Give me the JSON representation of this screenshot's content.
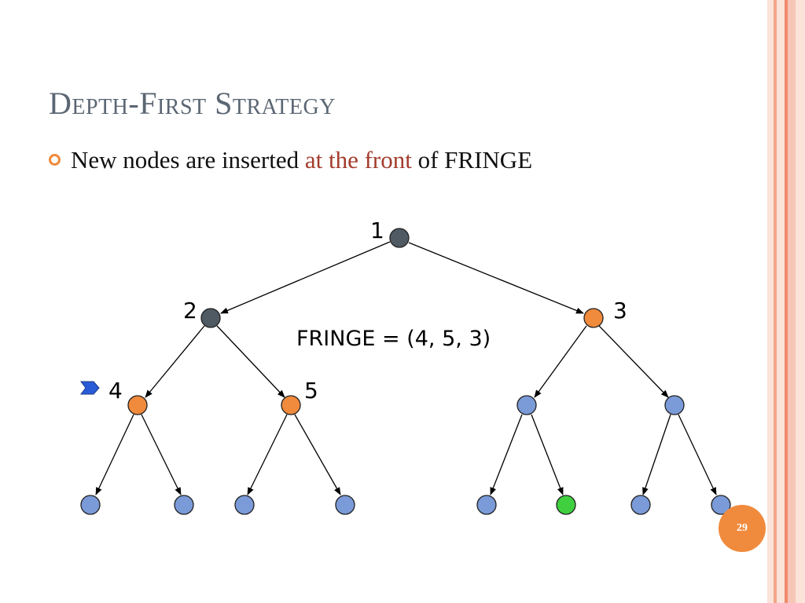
{
  "slide": {
    "title": "Depth-First Strategy",
    "bullet": {
      "before": "New nodes are inserted ",
      "highlight": "at the front",
      "after": " of FRINGE"
    },
    "fringe_text": "FRINGE = (4, 5, 3)",
    "page_number": "29"
  },
  "tree": {
    "node_labels": [
      "1",
      "2",
      "3",
      "4",
      "5"
    ],
    "node_states": {
      "expanded": "#4f5a63",
      "fringe": "#f08a3c",
      "unvisited": "#7a9ad8",
      "goal": "#3fcf3f"
    },
    "current_node_marker": "blue-arrow-icon"
  },
  "theme": {
    "accent": "#f08a3c",
    "stripe_colors": [
      "#f6c7b6",
      "#f08a6c",
      "#fbe3d9"
    ],
    "highlight_text": "#a33c2c"
  }
}
